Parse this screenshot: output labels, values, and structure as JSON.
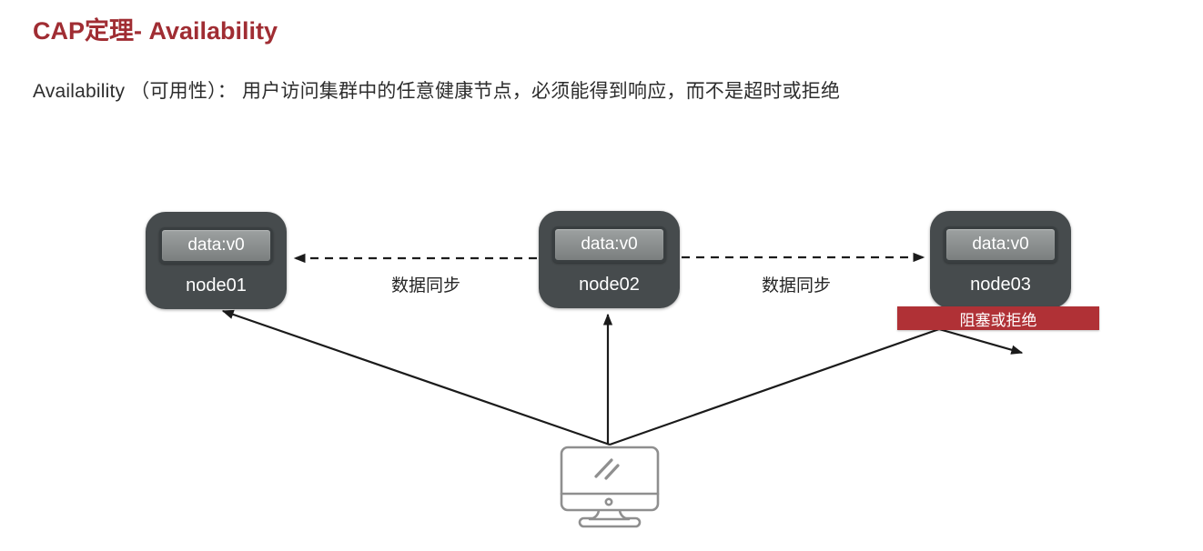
{
  "slide": {
    "title": "CAP定理- Availability",
    "subtitle": "Availability （可用性）： 用户访问集群中的任意健康节点，必须能得到响应，而不是超时或拒绝"
  },
  "diagram": {
    "nodes": [
      {
        "data_value": "data:v0",
        "label": "node01"
      },
      {
        "data_value": "data:v0",
        "label": "node02"
      },
      {
        "data_value": "data:v0",
        "label": "node03"
      }
    ],
    "sync_labels": [
      "数据同步",
      "数据同步"
    ],
    "blocked_banner": "阻塞或拒绝",
    "icons": [
      "client-computer-icon",
      "mouse-cursor-icon",
      "arrowhead-icon"
    ]
  },
  "colors": {
    "title_red": "#A02D33",
    "banner_red": "#B03136",
    "node_grey": "#464B4D",
    "data_box_grey": "#8A8E8E",
    "arrow_black": "#1B1B1B",
    "monitor_grey": "#8F8F8F",
    "text_dark": "#2D2D2D"
  }
}
